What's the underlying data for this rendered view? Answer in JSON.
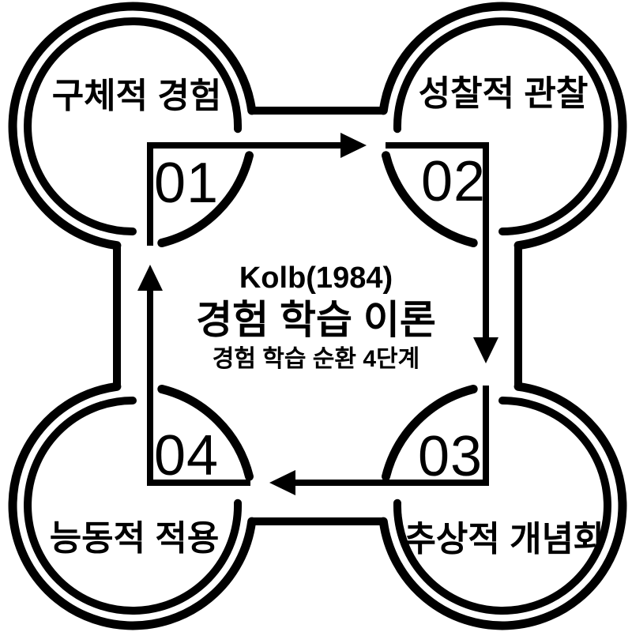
{
  "diagram": {
    "title": {
      "line1": "Kolb(1984)",
      "line2": "경험 학습 이론",
      "line3": "경험 학습 순환 4단계"
    },
    "stages": [
      {
        "number": "01",
        "label": "구체적 경험"
      },
      {
        "number": "02",
        "label": "성찰적 관찰"
      },
      {
        "number": "03",
        "label": "추상적 개념화"
      },
      {
        "number": "04",
        "label": "능동적 적용"
      }
    ],
    "flow": "01 → 02 → 03 → 04 → 01",
    "colors": {
      "stroke": "#000000",
      "background": "#ffffff"
    }
  }
}
